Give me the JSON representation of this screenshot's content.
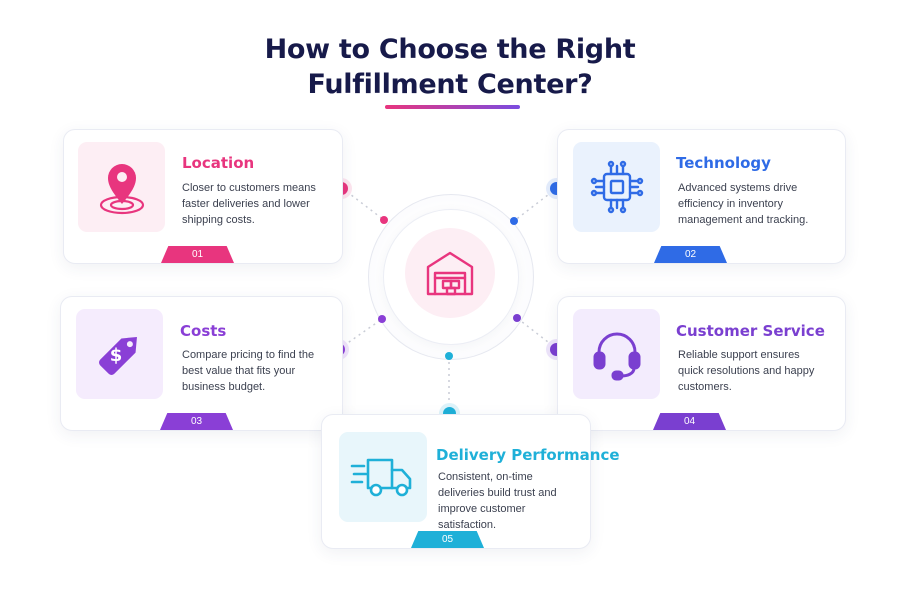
{
  "title_line1": "How to Choose the Right",
  "title_line2": "Fulfillment Center?",
  "hub_icon": "warehouse-icon",
  "colors": {
    "title": "#171a4a",
    "pink": "#e8357e",
    "blue": "#2f6be6",
    "purple": "#8a3fd6",
    "indigo": "#7a3fd0",
    "cyan": "#1fb0d8"
  },
  "cards": [
    {
      "title": "Location",
      "description": "Closer to customers means faster deliveries and lower shipping costs.",
      "number": "01",
      "icon": "map-pin-icon",
      "color": "#e8357e"
    },
    {
      "title": "Technology",
      "description": "Advanced systems drive efficiency in inventory management and tracking.",
      "number": "02",
      "icon": "microchip-icon",
      "color": "#2f6be6"
    },
    {
      "title": "Costs",
      "description": "Compare pricing to find the best value that fits your business budget.",
      "number": "03",
      "icon": "price-tag-icon",
      "color": "#8a3fd6"
    },
    {
      "title": "Customer Service",
      "description": "Reliable support ensures quick resolutions and happy customers.",
      "number": "04",
      "icon": "headset-icon",
      "color": "#7a3fd0"
    },
    {
      "title": "Delivery Performance",
      "description": "Consistent, on-time deliveries build trust and improve customer satisfaction.",
      "number": "05",
      "icon": "delivery-truck-icon",
      "color": "#1fb0d8"
    }
  ]
}
